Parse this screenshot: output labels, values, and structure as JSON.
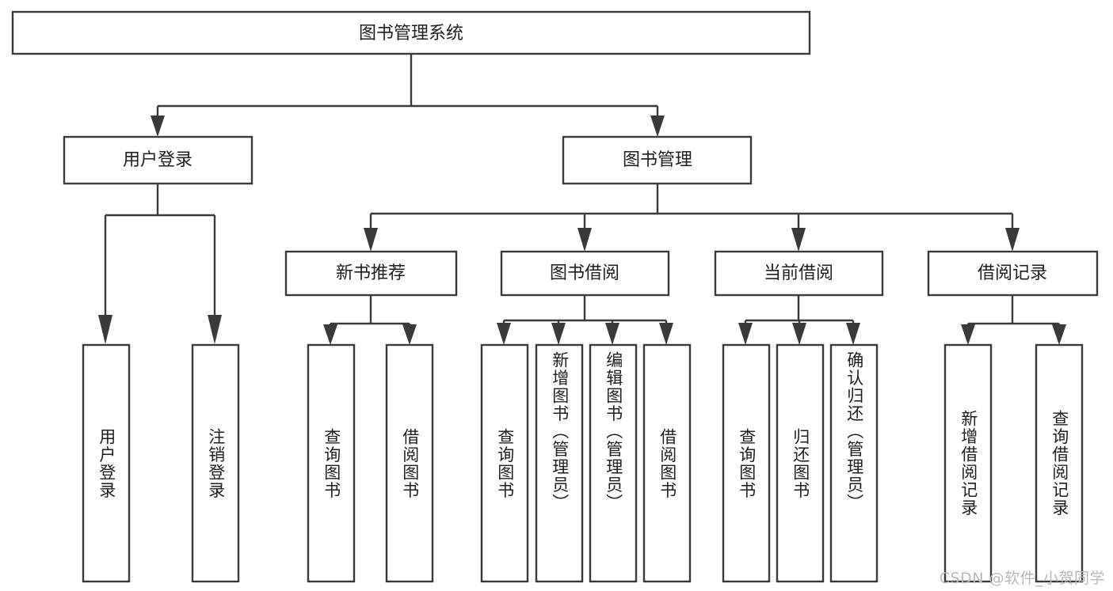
{
  "diagram": {
    "type": "tree-hierarchy-flowchart",
    "title": "图书管理系统",
    "orientation": "top-down",
    "colors": {
      "box_stroke": "#3a3a3a",
      "box_fill": "#ffffff",
      "connector": "#3a3a3a",
      "text": "#1e1e1e",
      "watermark": "#b9b9b9",
      "background": "#ffffff"
    },
    "root": {
      "label": "图书管理系统"
    },
    "level2": [
      {
        "id": "user-login",
        "label": "用户登录"
      },
      {
        "id": "book-manage",
        "label": "图书管理"
      }
    ],
    "level3": [
      {
        "id": "new-book-recommend",
        "label": "新书推荐",
        "parent": "book-manage"
      },
      {
        "id": "book-borrow",
        "label": "图书借阅",
        "parent": "book-manage"
      },
      {
        "id": "current-borrow",
        "label": "当前借阅",
        "parent": "book-manage"
      },
      {
        "id": "borrow-record",
        "label": "借阅记录",
        "parent": "book-manage"
      }
    ],
    "leaves": {
      "user-login": [
        {
          "id": "leaf-user-login",
          "label": "用户登录"
        },
        {
          "id": "leaf-logout",
          "label": "注销登录"
        }
      ],
      "new-book-recommend": [
        {
          "id": "leaf-query-book-1",
          "label": "查询图书"
        },
        {
          "id": "leaf-borrow-book-1",
          "label": "借阅图书"
        }
      ],
      "book-borrow": [
        {
          "id": "leaf-query-book-2",
          "label": "查询图书"
        },
        {
          "id": "leaf-add-book",
          "label": "新增图书（管理员）"
        },
        {
          "id": "leaf-edit-book",
          "label": "编辑图书（管理员）"
        },
        {
          "id": "leaf-borrow-book-2",
          "label": "借阅图书"
        }
      ],
      "current-borrow": [
        {
          "id": "leaf-query-book-3",
          "label": "查询图书"
        },
        {
          "id": "leaf-return-book",
          "label": "归还图书"
        },
        {
          "id": "leaf-confirm-return",
          "label": "确认归还（管理员）"
        }
      ],
      "borrow-record": [
        {
          "id": "leaf-add-record",
          "label": "新增借阅记录"
        },
        {
          "id": "leaf-query-record",
          "label": "查询借阅记录"
        }
      ]
    },
    "watermark": "CSDN @软件_小贺同学"
  }
}
